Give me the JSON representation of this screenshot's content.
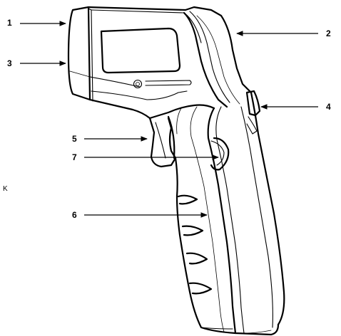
{
  "figure": {
    "subject_icon": "infrared-thermometer-gun-icon",
    "line_color": "#000000",
    "background": "#ffffff"
  },
  "callouts": [
    {
      "id": "c1",
      "label": "1"
    },
    {
      "id": "c2",
      "label": "2"
    },
    {
      "id": "c3",
      "label": "3"
    },
    {
      "id": "c4",
      "label": "4"
    },
    {
      "id": "c5",
      "label": "5"
    },
    {
      "id": "c6",
      "label": "6"
    },
    {
      "id": "c7",
      "label": "7"
    }
  ],
  "stray_text": "K"
}
